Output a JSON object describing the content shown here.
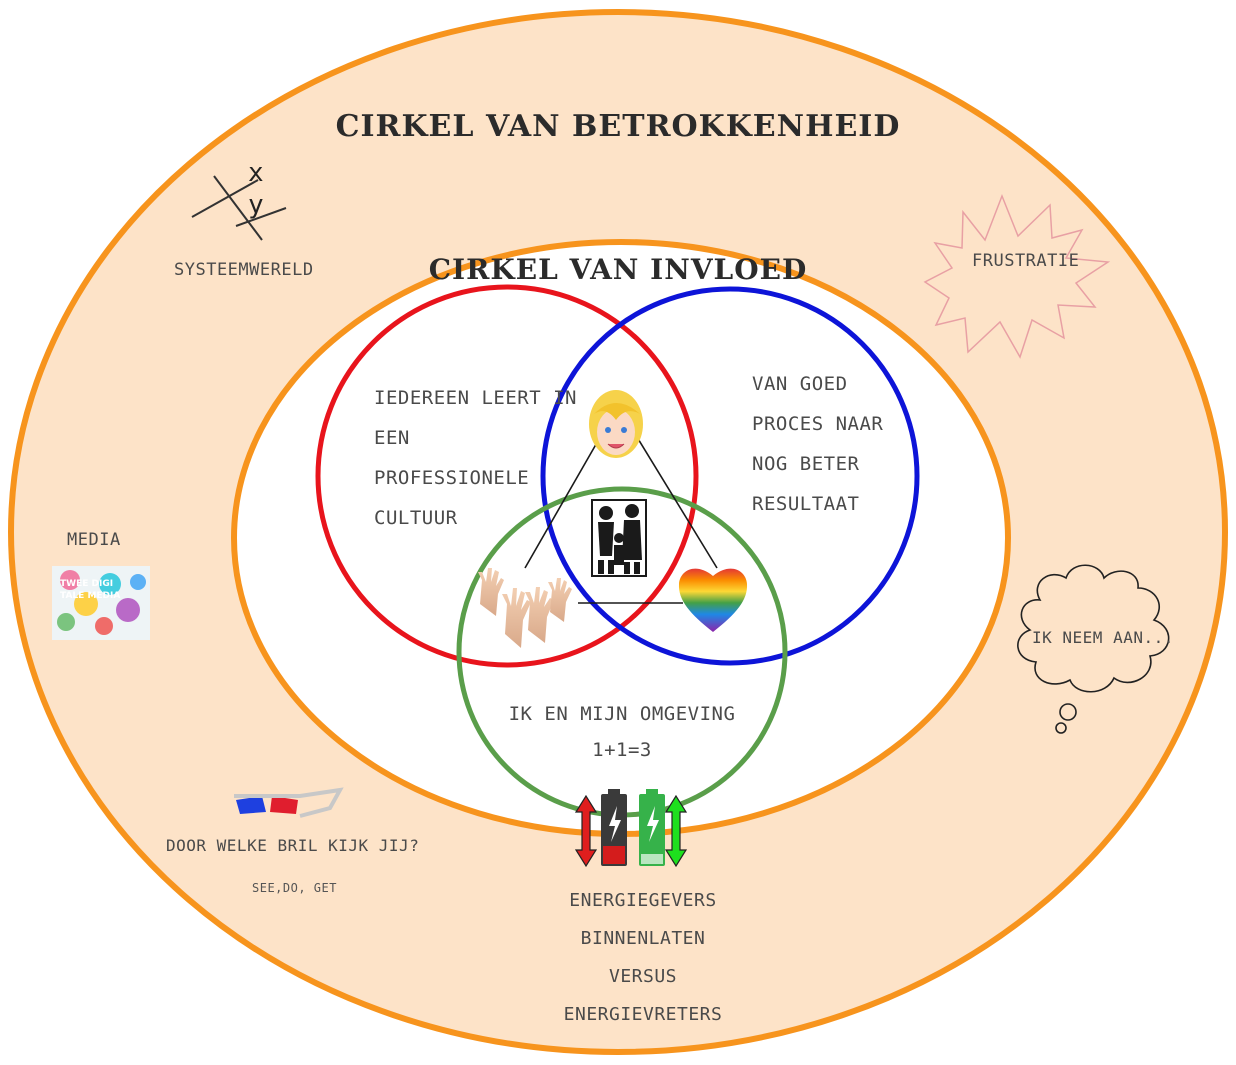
{
  "title_outer": "CIRKEL VAN BETROKKENHEID",
  "title_inner": "CIRKEL VAN INVLOED",
  "labels": {
    "systeemwereld": "SYSTEEMWERELD",
    "frustratie": "FRUSTRATIE",
    "media": "MEDIA",
    "ik_neem_aan": "IK NEEM AAN...",
    "bril": "DOOR WELKE BRIL KIJK JIJ?",
    "see_do_get": "SEE,DO, GET",
    "red_lines": [
      "IEDEREEN LEERT IN",
      "EEN",
      "PROFESSIONELE",
      "CULTUUR"
    ],
    "blue_lines": [
      "VAN GOED",
      "PROCES NAAR",
      "NOG BETER",
      "RESULTAAT"
    ],
    "green_lines": [
      "IK EN MIJN OMGEVING",
      "1+1=3"
    ],
    "energie_lines": [
      "ENERGIEGEVERS",
      "BINNENLATEN",
      "VERSUS",
      "ENERGIEVRETERS"
    ],
    "axis_x": "x",
    "axis_y": "y",
    "collage_words": [
      "TWEE",
      "DIGI",
      "TALE",
      "MEDIA"
    ]
  },
  "colors": {
    "outer_fill": "#fde3c8",
    "ring": "#f7941d",
    "red": "#e8141c",
    "blue": "#0d14d8",
    "green": "#5a9e4a",
    "star": "#e8a0a4"
  },
  "icons": [
    "axes-sketch-icon",
    "star-burst-icon",
    "media-collage-icon",
    "thought-cloud-icon",
    "3d-glasses-icon",
    "woman-face-icon",
    "family-icon",
    "raised-hands-icon",
    "rainbow-heart-icon",
    "battery-low-icon",
    "battery-full-icon",
    "red-double-arrow-icon",
    "green-double-arrow-icon"
  ]
}
